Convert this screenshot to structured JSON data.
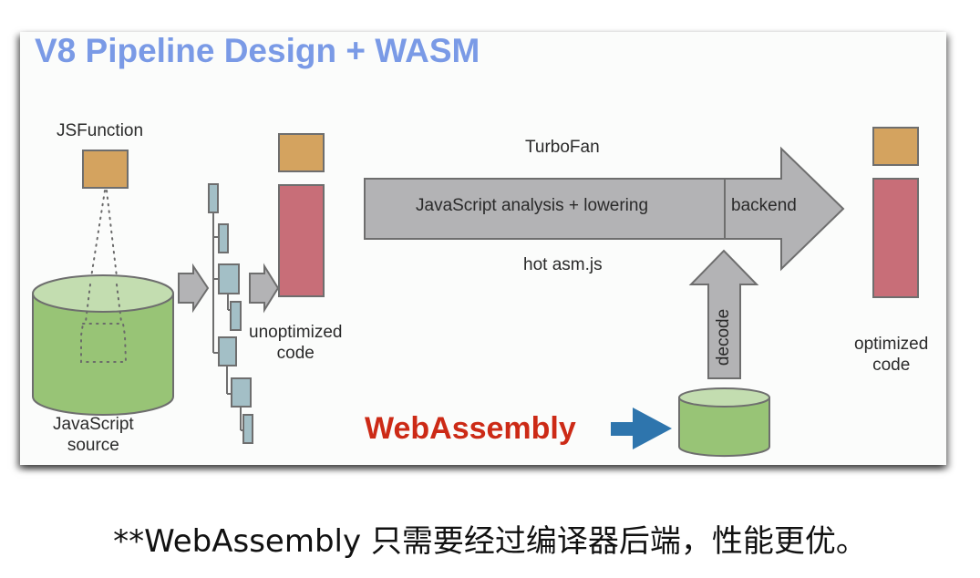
{
  "slide": {
    "title": "V8 Pipeline Design + WASM",
    "title_color": "#7a9ae6"
  },
  "labels": {
    "jsfunction": "JSFunction",
    "js_source_line1": "JavaScript",
    "js_source_line2": "source",
    "unoptimized_line1": "unoptimized",
    "unoptimized_line2": "code",
    "turbofan": "TurboFan",
    "analysis": "JavaScript analysis + lowering",
    "backend": "backend",
    "hot_asmjs": "hot asm.js",
    "decode": "decode",
    "optimized_line1": "optimized",
    "optimized_line2": "code",
    "webassembly": "WebAssembly"
  },
  "colors": {
    "function_box": "#d4a35f",
    "code_box": "#c86e78",
    "source_cylinder": "#98c476",
    "source_cylinder_top": "#c3ddb0",
    "ast_node": "#a3bfc6",
    "pipeline_arrow": "#b3b3b5",
    "wasm_arrow": "#2e75ad",
    "wasm_text": "#cc2a16",
    "outline": "#6e6e6e"
  },
  "caption": "**WebAssembly 只需要经过编译器后端，性能更优。"
}
